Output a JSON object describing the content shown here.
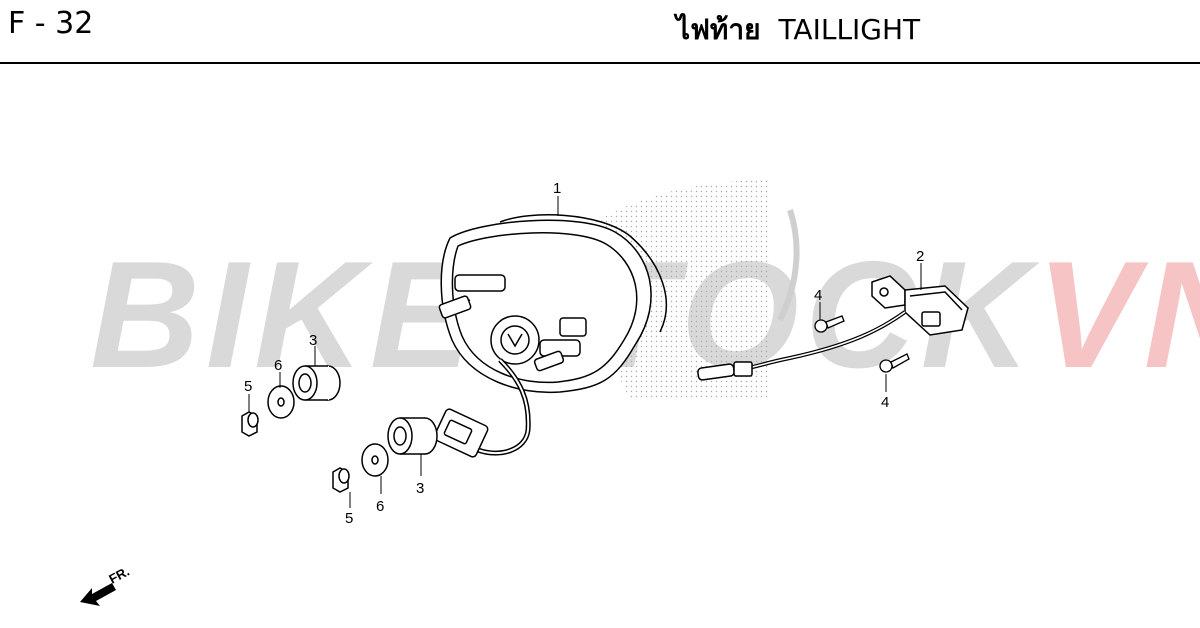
{
  "header": {
    "page_code": "F - 32",
    "title_thai": "ไฟท้าย",
    "title_en": "TAILLIGHT"
  },
  "watermark": {
    "part_a": "BIKESTOCK",
    "part_b": "VN",
    "color_a": "#d9d9d9",
    "color_b": "#f6c4c4"
  },
  "callouts": [
    "1",
    "2",
    "3",
    "3",
    "4",
    "4",
    "5",
    "5",
    "6",
    "6"
  ],
  "direction": {
    "label": "FR."
  },
  "colors": {
    "line": "#000000",
    "background": "#ffffff"
  }
}
